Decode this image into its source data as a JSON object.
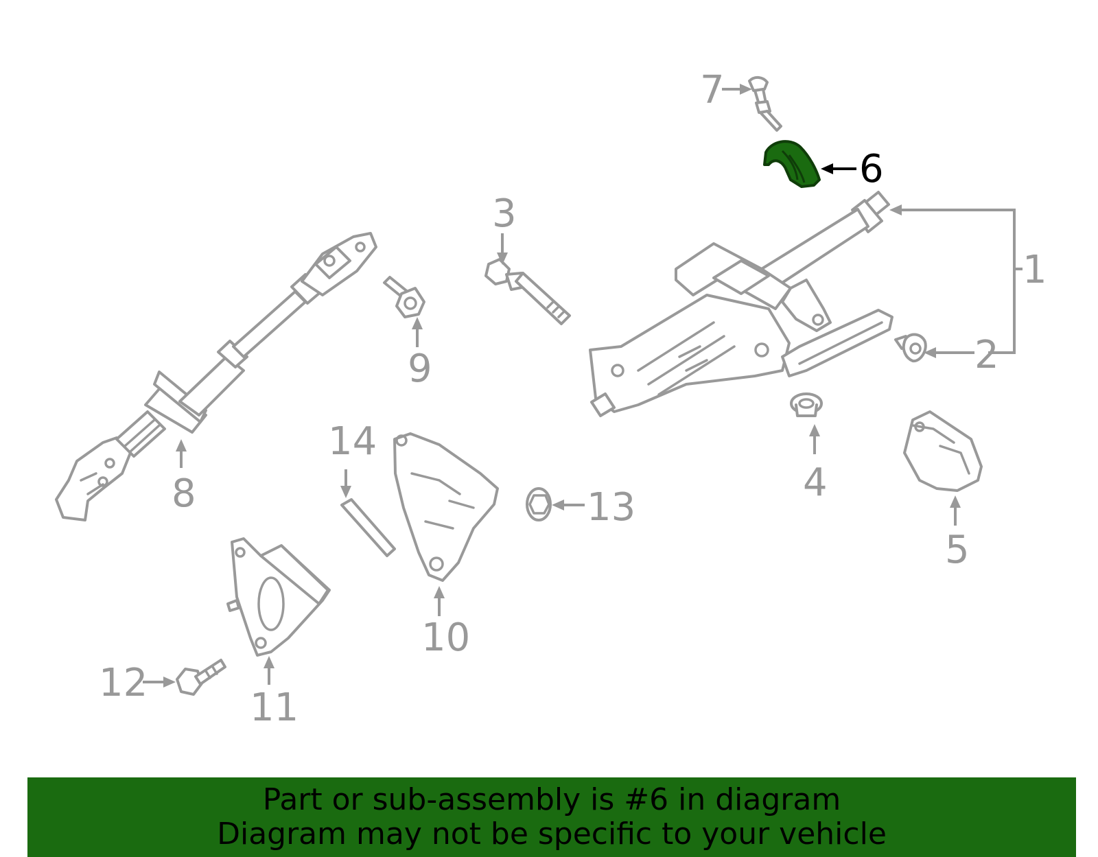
{
  "callouts": {
    "c1": "1",
    "c2": "2",
    "c3": "3",
    "c4": "4",
    "c5": "5",
    "c6": "6",
    "c7": "7",
    "c8": "8",
    "c9": "9",
    "c10": "10",
    "c11": "11",
    "c12": "12",
    "c13": "13",
    "c14": "14"
  },
  "highlighted_part": "6",
  "colors": {
    "highlight": "#1a6b10",
    "line": "#999999",
    "banner": "#1a6b10"
  },
  "banner": {
    "line1": "Part or sub-assembly is #6 in diagram",
    "line2": "Diagram may not be specific to your vehicle"
  }
}
